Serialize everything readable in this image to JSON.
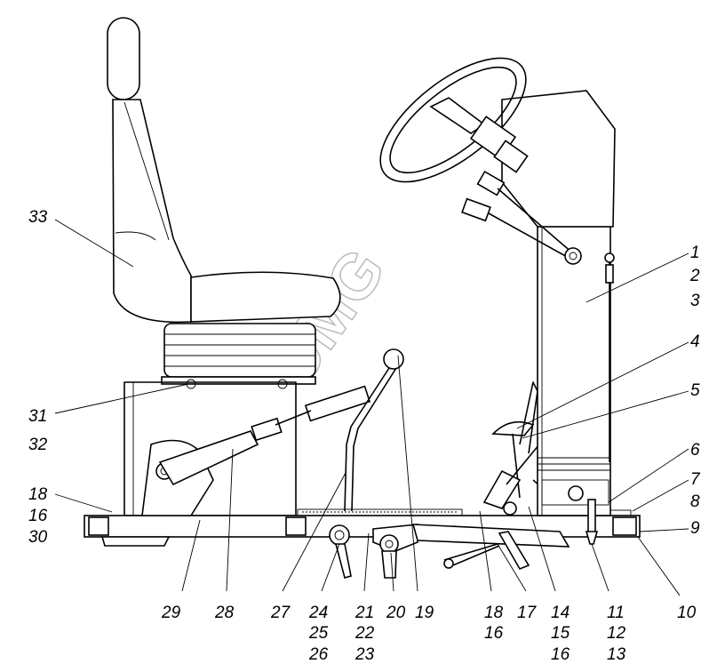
{
  "watermark": "UMG",
  "labels": {
    "l33": "33",
    "l31": "31",
    "l32": "32",
    "l18a": "18",
    "l16a": "16",
    "l30": "30",
    "l29": "29",
    "l28": "28",
    "l27": "27",
    "l24": "24",
    "l25": "25",
    "l26": "26",
    "l21": "21",
    "l22": "22",
    "l23": "23",
    "l20": "20",
    "l19": "19",
    "l18b": "18",
    "l16b": "16",
    "l17": "17",
    "l14": "14",
    "l15": "15",
    "l16c": "16",
    "l11": "11",
    "l12": "12",
    "l13": "13",
    "l10": "10",
    "l9": "9",
    "l7": "7",
    "l8": "8",
    "l6": "6",
    "l5": "5",
    "l4": "4",
    "l1": "1",
    "l2": "2",
    "l3": "3"
  }
}
